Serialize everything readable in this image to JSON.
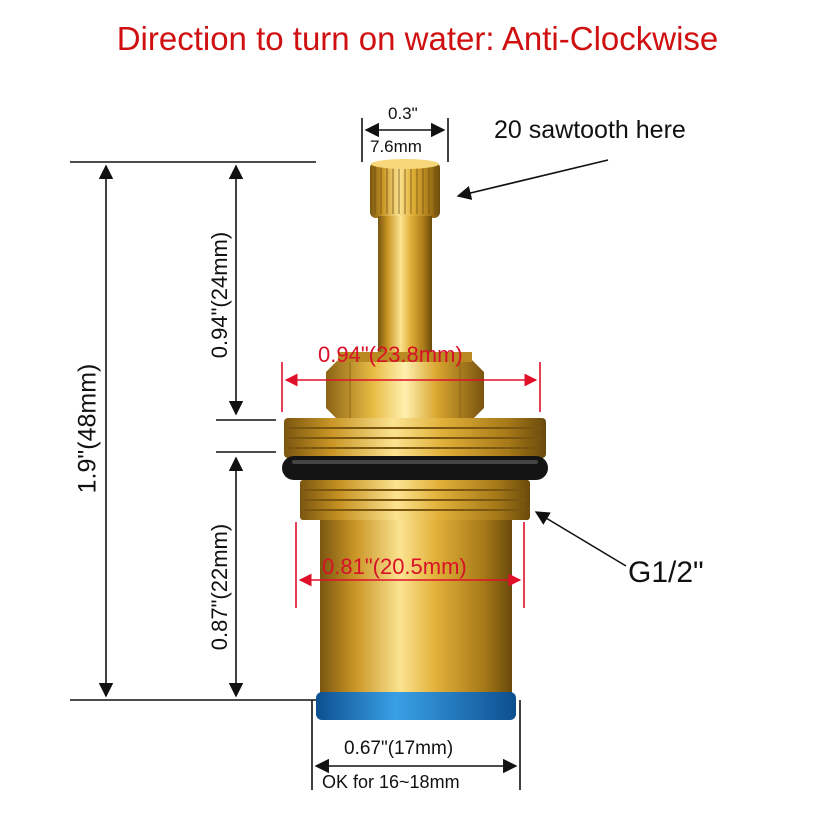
{
  "title": "Direction to turn on water: Anti-Clockwise",
  "annotations": {
    "stem_width_in": "0.3\"",
    "stem_width_mm": "7.6mm",
    "sawtooth": "20 sawtooth here",
    "stem_height": "0.94\"(24mm)",
    "hex_width": "0.94\"(23.8mm)",
    "total_height": "1.9\"(48mm)",
    "body_height": "0.87\"(22mm)",
    "body_width": "0.81\"(20.5mm)",
    "thread": "G1/2\"",
    "base_width": "0.67\"(17mm)",
    "fit_range": "OK for 16~18mm"
  },
  "colors": {
    "title": "#d01010",
    "red_dimension": "#e0102a",
    "brass_dark": "#8a6512",
    "brass_mid": "#d9a62c",
    "brass_light": "#fbe08a",
    "rubber": "#111111",
    "seal_blue": "#1e7fc8"
  }
}
